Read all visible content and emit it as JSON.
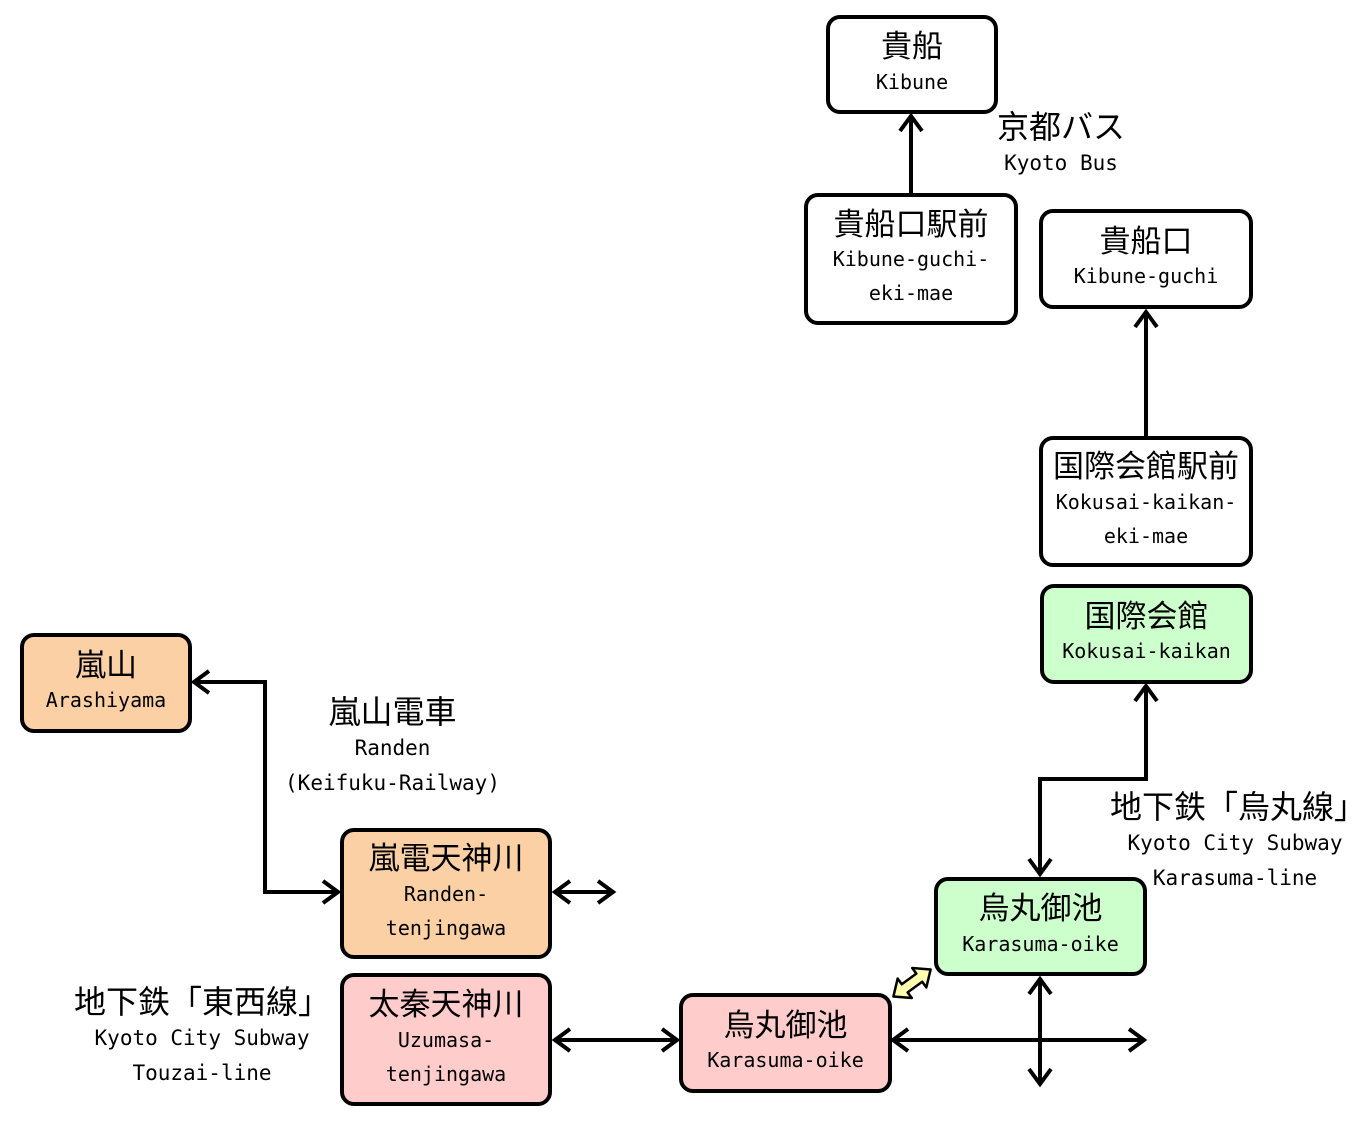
{
  "colors": {
    "white": "#ffffff",
    "orange": "#fbd0a4",
    "green": "#ccffcc",
    "pink": "#ffcccc",
    "transfer": "#ffffb0",
    "stroke": "#000000"
  },
  "stations": {
    "kibune": {
      "jp": "貴船",
      "en": "Kibune"
    },
    "kibune_guchi_eki_mae": {
      "jp": "貴船口駅前",
      "en": "Kibune-guchi-\neki-mae"
    },
    "kibune_guchi": {
      "jp": "貴船口",
      "en": "Kibune-guchi"
    },
    "kokusai_kaikan_eki_mae": {
      "jp": "国際会館駅前",
      "en": "Kokusai-kaikan-\neki-mae"
    },
    "kokusai_kaikan": {
      "jp": "国際会館",
      "en": "Kokusai-kaikan"
    },
    "arashiyama": {
      "jp": "嵐山",
      "en": "Arashiyama"
    },
    "randen_tenjingawa": {
      "jp": "嵐電天神川",
      "en": "Randen-\ntenjingawa"
    },
    "karasuma_oike_karasuma": {
      "jp": "烏丸御池",
      "en": "Karasuma-oike"
    },
    "uzumasa_tenjingawa": {
      "jp": "太秦天神川",
      "en": "Uzumasa-\ntenjingawa"
    },
    "karasuma_oike_touzai": {
      "jp": "烏丸御池",
      "en": "Karasuma-oike"
    }
  },
  "lines": {
    "kyoto_bus": {
      "jp": "京都バス",
      "en": "Kyoto Bus"
    },
    "randen": {
      "jp": "嵐山電車",
      "en": "Randen\n(Keifuku-Railway)"
    },
    "karasuma_line": {
      "jp": "地下鉄「烏丸線」",
      "en": "Kyoto City Subway\nKarasuma-line"
    },
    "touzai_line": {
      "jp": "地下鉄「東西線」",
      "en": "Kyoto City Subway\nTouzai-line"
    }
  },
  "connections": [
    {
      "from": "kibune_guchi_eki_mae",
      "to": "kibune",
      "type": "one-way",
      "line": "kyoto_bus"
    },
    {
      "from": "kokusai_kaikan_eki_mae",
      "to": "kibune_guchi",
      "type": "one-way",
      "line": "kyoto_bus"
    },
    {
      "from": "kokusai_kaikan",
      "to": "karasuma_oike_karasuma",
      "type": "two-way",
      "line": "karasuma_line"
    },
    {
      "from": "randen_tenjingawa",
      "to": "arashiyama",
      "type": "two-way",
      "line": "randen"
    },
    {
      "from": "uzumasa_tenjingawa",
      "to": "karasuma_oike_touzai",
      "type": "two-way",
      "line": "touzai_line"
    },
    {
      "from": "karasuma_oike_karasuma",
      "to": "karasuma_oike_touzai",
      "type": "transfer"
    }
  ]
}
